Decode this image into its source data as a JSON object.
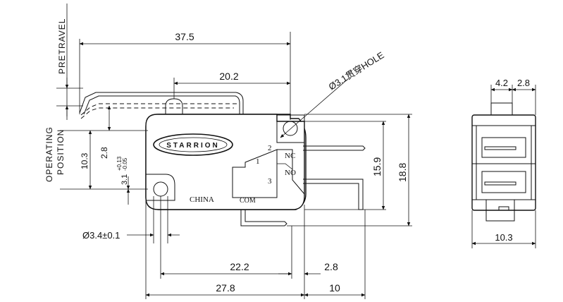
{
  "brand": {
    "logo_text": "STARRION"
  },
  "labels": {
    "pretravel": "PRETRAVEL",
    "operating_position": "OPERATING\nPOSITION",
    "hole": "Ø3.1贯穿HOLE",
    "nc": "NC",
    "no": "NO",
    "com": "COM",
    "china": "CHINA",
    "pin1": "1",
    "pin2": "2",
    "pin3": "3"
  },
  "dimensions": {
    "total_length": "37.5",
    "lever_pos": "20.2",
    "op_pos": "10.3",
    "tol_28": "2.8",
    "tol_31": "3.1",
    "tol_31_plus": "+0.13",
    "tol_31_minus": "-0.05",
    "mount_hole": "Ø3.4±0.1",
    "height_159": "15.9",
    "height_188": "18.8",
    "pitch_222": "22.2",
    "pitch_28b": "2.8",
    "len_278": "27.8",
    "len_10": "10",
    "side_42": "4.2",
    "side_28": "2.8",
    "side_103": "10.3"
  }
}
